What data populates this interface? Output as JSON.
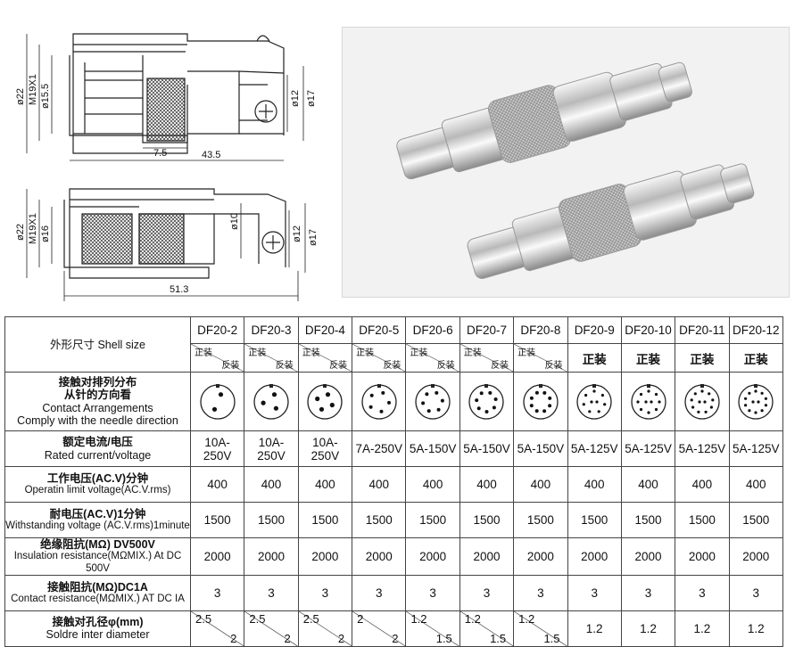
{
  "drawings": {
    "top": {
      "d_outer": "ø22",
      "thread": "M19X1",
      "d_body": "ø15.5",
      "d_tail1": "ø12",
      "d_tail2": "ø17",
      "len_short": "7.5",
      "len_total": "43.5"
    },
    "bottom": {
      "d_outer": "ø22",
      "thread": "M19X1",
      "d_body": "ø16",
      "d_inner": "ø10",
      "d_tail1": "ø12",
      "d_tail2": "ø17",
      "len_total": "51.3"
    }
  },
  "table": {
    "header_label": "外形尺寸  Shell size",
    "models": [
      "DF20-2",
      "DF20-3",
      "DF20-4",
      "DF20-5",
      "DF20-6",
      "DF20-7",
      "DF20-8",
      "DF20-9",
      "DF20-10",
      "DF20-11",
      "DF20-12"
    ],
    "mount": {
      "forward": "正装",
      "reverse": "反装"
    },
    "contact_arrangement": {
      "zh1": "接触对排列分布",
      "zh2": "从针的方向看",
      "en1": "Contact Arrangements",
      "en2": "Comply with the needle direction"
    },
    "rated": {
      "zh": "额定电流/电压",
      "en": "Rated current/voltage",
      "values": [
        "10A-250V",
        "10A-250V",
        "10A-250V",
        "7A-250V",
        "5A-150V",
        "5A-150V",
        "5A-150V",
        "5A-125V",
        "5A-125V",
        "5A-125V",
        "5A-125V"
      ]
    },
    "operating": {
      "zh": "工作电压(AC.V)分钟",
      "en": "Operatin limit voltage(AC.V.rms)",
      "values": [
        "400",
        "400",
        "400",
        "400",
        "400",
        "400",
        "400",
        "400",
        "400",
        "400",
        "400"
      ]
    },
    "withstand": {
      "zh": "耐电压(AC.V)1分钟",
      "en": "Withstanding voltage (AC.V.rms)1minute",
      "values": [
        "1500",
        "1500",
        "1500",
        "1500",
        "1500",
        "1500",
        "1500",
        "1500",
        "1500",
        "1500",
        "1500"
      ]
    },
    "insulation": {
      "zh": "绝缘阻抗(MΩ) DV500V",
      "en": "Insulation resistance(MΩMIX.) At DC 500V",
      "values": [
        "2000",
        "2000",
        "2000",
        "2000",
        "2000",
        "2000",
        "2000",
        "2000",
        "2000",
        "2000",
        "2000"
      ]
    },
    "contact_res": {
      "zh": "接触阻抗(MΩ)DC1A",
      "en": "Contact resistance(MΩMIX.) AT DC IA",
      "values": [
        "3",
        "3",
        "3",
        "3",
        "3",
        "3",
        "3",
        "3",
        "3",
        "3",
        "3"
      ]
    },
    "solder": {
      "zh": "接触对孔径φ(mm)",
      "en": "Soldre inter diameter",
      "split": [
        [
          "2.5",
          "2"
        ],
        [
          "2.5",
          "2"
        ],
        [
          "2.5",
          "2"
        ],
        [
          "2",
          "2"
        ],
        [
          "1.2",
          "1.5"
        ],
        [
          "1.2",
          "1.5"
        ],
        [
          "1.2",
          "1.5"
        ]
      ],
      "single": [
        "1.2",
        "1.2",
        "1.2",
        "1.2"
      ]
    }
  }
}
